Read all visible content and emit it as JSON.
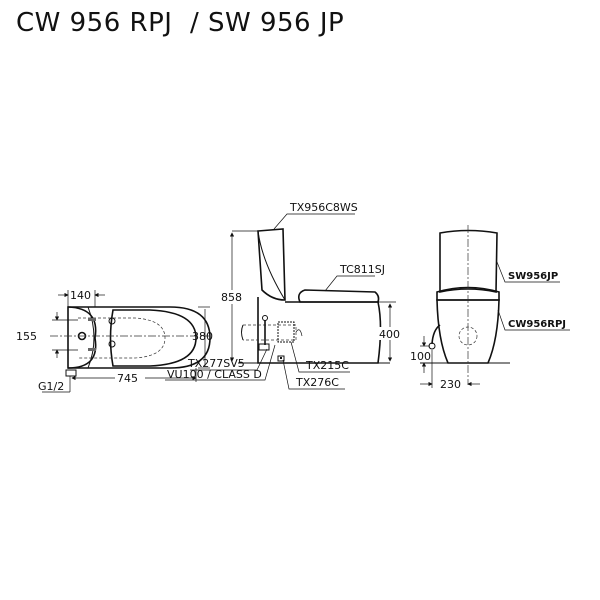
{
  "title": "CW 956 RPJ  / SW 956 JP",
  "plan_view": {
    "dims": {
      "d140": "140",
      "d155": "155",
      "d380": "380",
      "d745": "745",
      "g12": "G1/2"
    }
  },
  "side_view": {
    "dims": {
      "d858": "858",
      "d400": "400"
    },
    "parts": {
      "tank_lid": "TX956C8WS",
      "seat": "TC811SJ",
      "supply": "TX277SV5",
      "valve": "VU100 / CLASS D",
      "outlet": "TX215C",
      "fixing": "TX276C"
    }
  },
  "front_view": {
    "dims": {
      "d100": "100",
      "d230": "230"
    },
    "parts": {
      "tank": "SW956JP",
      "bowl": "CW956RPJ"
    }
  }
}
